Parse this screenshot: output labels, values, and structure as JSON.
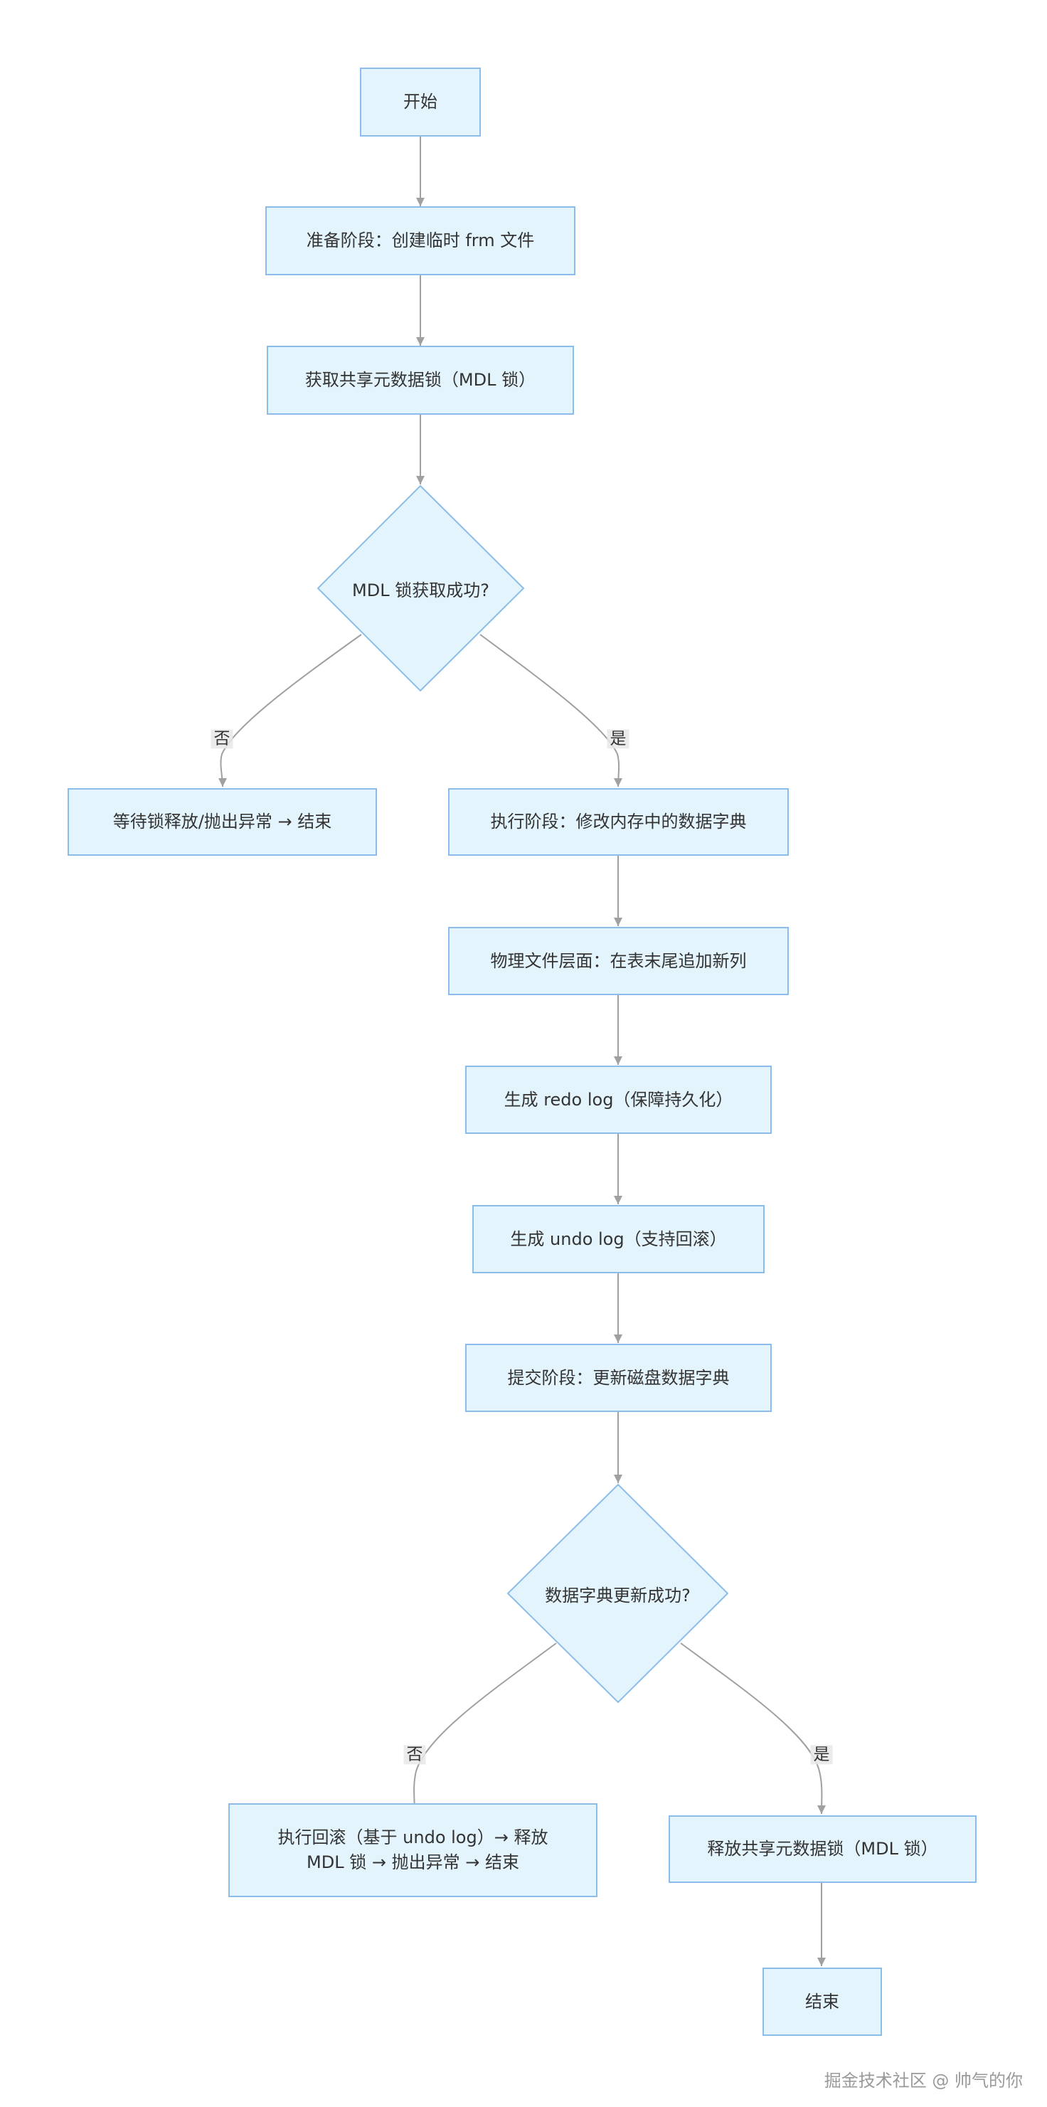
{
  "nodes": {
    "start": "开始",
    "prepare": "准备阶段：创建临时 frm 文件",
    "acquire_mdl": "获取共享元数据锁（MDL 锁）",
    "mdl_decision": "MDL 锁获取成功?",
    "wait_lock": "等待锁释放/抛出异常 → 结束",
    "execute": "执行阶段：修改内存中的数据字典",
    "physical": "物理文件层面：在表末尾追加新列",
    "redo": "生成 redo log（保障持久化）",
    "undo": "生成 undo log（支持回滚）",
    "commit": "提交阶段：更新磁盘数据字典",
    "dict_decision": "数据字典更新成功?",
    "rollback_line1": "执行回滚（基于 undo log）→ 释放",
    "rollback_line2": "MDL 锁 → 抛出异常 → 结束",
    "release_mdl": "释放共享元数据锁（MDL 锁）",
    "end": "结束"
  },
  "edge_labels": {
    "mdl_no": "否",
    "mdl_yes": "是",
    "dict_no": "否",
    "dict_yes": "是"
  },
  "watermark": "掘金技术社区 @ 帅气的你",
  "colors": {
    "node_fill": "#e3f4fc",
    "node_border": "#8cbdea",
    "edge": "#a0a0a0",
    "text": "#333333"
  }
}
